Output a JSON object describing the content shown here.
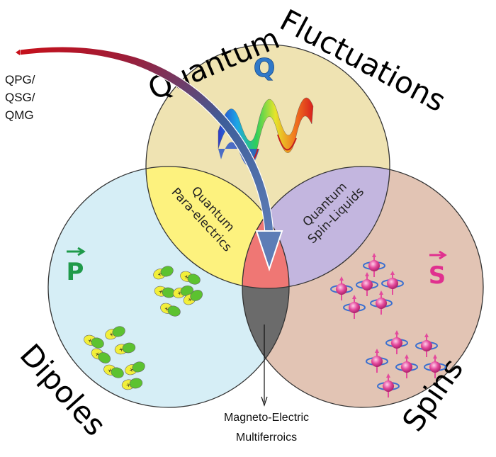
{
  "labels": {
    "quantum_word": "Quantum",
    "fluctuations_word": "Fluctuations",
    "dipoles": "Dipoles",
    "spins": "Spins",
    "q_symbol": "Q",
    "p_symbol": "P",
    "s_symbol": "S",
    "glass_line1": "QPG/",
    "glass_line2": "QSG/",
    "glass_line3": "QMG",
    "paraelectrics_line1": "Quantum",
    "paraelectrics_line2": "Para-electrics",
    "spinliquids_line1": "Quantum",
    "spinliquids_line2": "Spin-Liquids",
    "multiferroics_line1": "Magneto-Electric",
    "multiferroics_line2": "Multiferroics",
    "dipole_sign": "+"
  },
  "colors": {
    "quantum_circle": "#efe3b2",
    "dipoles_circle": "#d6eef6",
    "spins_circle": "#e2c4b4",
    "quantum_dipole_overlap": "#fdf27e",
    "quantum_spin_overlap": "#c3b6df",
    "center_top": "#ef7774",
    "center_bottom": "#6b6b6b",
    "q_symbol": "#2f78c8",
    "p_symbol": "#1f9a4a",
    "s_symbol": "#e0308f",
    "arrow_red": "#c8101a",
    "arrow_blue": "#3e5e9a",
    "dipole_yellow": "#f2ef3a",
    "dipole_green": "#5cc230",
    "spin_pink": "#e44a9c",
    "spin_ring": "#3a6fd0"
  }
}
